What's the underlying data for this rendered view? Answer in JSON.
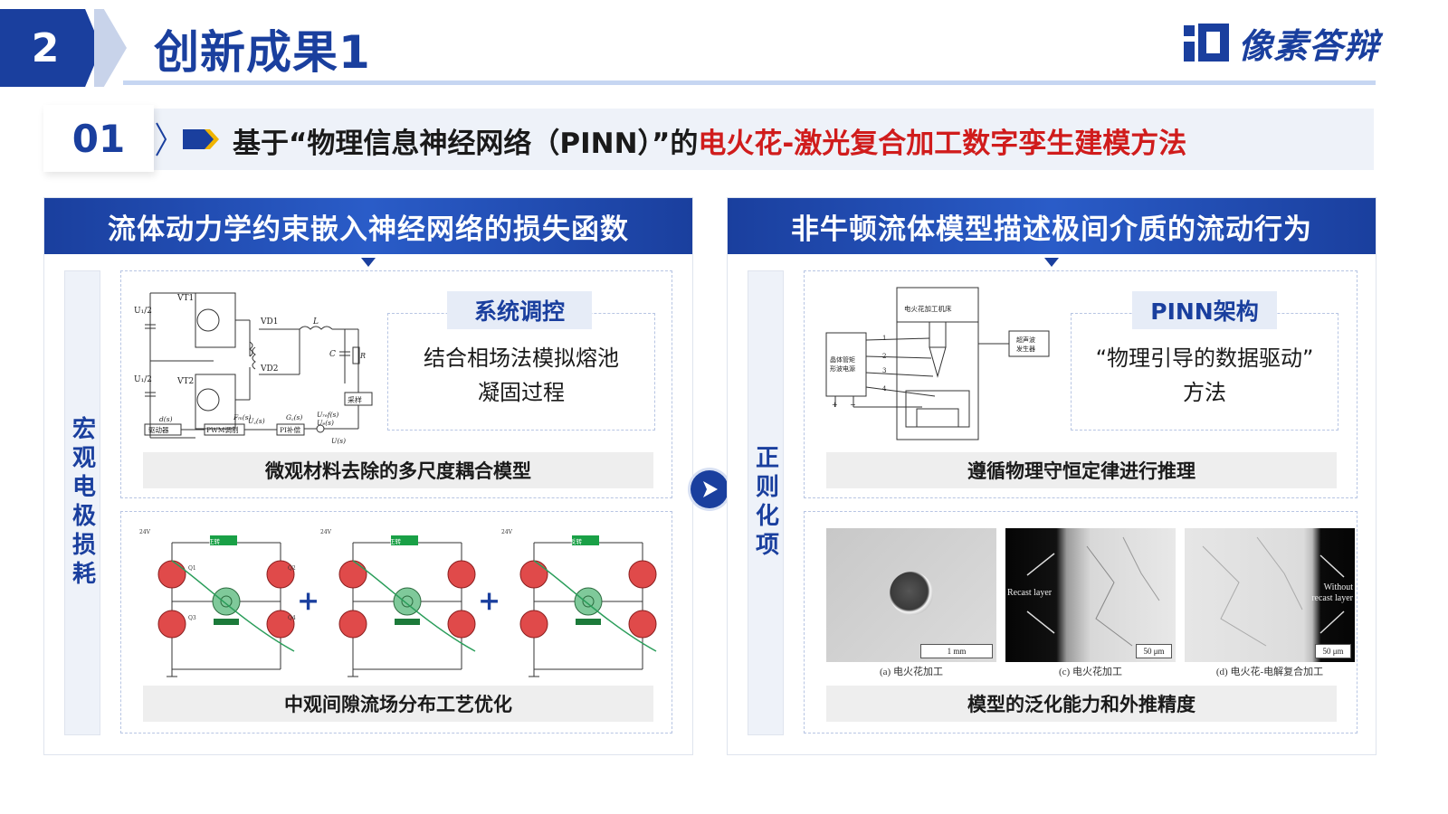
{
  "header": {
    "section_number": "2",
    "title": "创新成果1",
    "logo_text": "像素答辩",
    "accent_color": "#1a3f9e"
  },
  "subtitle": {
    "number": "01",
    "prefix": "基于“物理信息神经网络（PINN）”的",
    "highlight": "电火花-激光复合加工数字孪生建模方法",
    "highlight_color": "#d01c1c"
  },
  "left_panel": {
    "title": "流体动力学约束嵌入神经网络的损失函数",
    "side_label": "宏观电极损耗",
    "top_box": {
      "callout_tag": "系统调控",
      "callout_line1": "结合相场法模拟熔池",
      "callout_line2": "凝固过程",
      "caption": "微观材料去除的多尺度耦合模型",
      "circuit_labels": {
        "u1a": "U₁/2",
        "u1b": "U₁/2",
        "vt1": "VT1",
        "vt2": "VT2",
        "vd1": "VD1",
        "vd2": "VD2",
        "l": "L",
        "c": "C",
        "r": "R",
        "sample": "采样",
        "driver": "驱动器",
        "pwm": "PWM调制",
        "pi": "PI补偿",
        "ds": "d(s)",
        "fm": "Fₘ(s)",
        "gc": "G꜀(s)",
        "uref": "Uᵣₑf(s)",
        "ue": "Uₑ(s)",
        "us": "U(s)",
        "uc": "U꜀(s)"
      }
    },
    "bottom_box": {
      "caption": "中观间隙流场分布工艺优化",
      "diagram_labels": [
        "正转",
        "正转",
        "反转"
      ],
      "volt": "24V",
      "q": [
        "Q1",
        "Q2",
        "Q3",
        "Q4"
      ],
      "plus": "+"
    }
  },
  "right_panel": {
    "title": "非牛顿流体模型描述极间介质的流动行为",
    "side_label": "正则化项",
    "top_box": {
      "callout_tag": "PINN架构",
      "callout_line1": "“物理引导的数据驱动”",
      "callout_line2": "方法",
      "caption": "遵循物理守恒定律进行推理",
      "machine_labels": {
        "machine": "电火花加工机床",
        "power_line1": "晶体管矩",
        "power_line2": "形波电源",
        "ultra_line1": "超声波",
        "ultra_line2": "发生器",
        "n1": "1",
        "n2": "2",
        "n3": "3",
        "n4": "4",
        "plus": "+",
        "minus": "−"
      }
    },
    "bottom_box": {
      "caption": "模型的泛化能力和外推精度",
      "images": [
        {
          "caption": "(a) 电火花加工",
          "scale": "1 mm",
          "label": ""
        },
        {
          "caption": "(c) 电火花加工",
          "scale": "50 μm",
          "label": "Recast layer"
        },
        {
          "caption": "(d) 电火花-电解复合加工",
          "scale": "50 μm",
          "label_line1": "Without",
          "label_line2": "recast layer"
        }
      ]
    }
  }
}
